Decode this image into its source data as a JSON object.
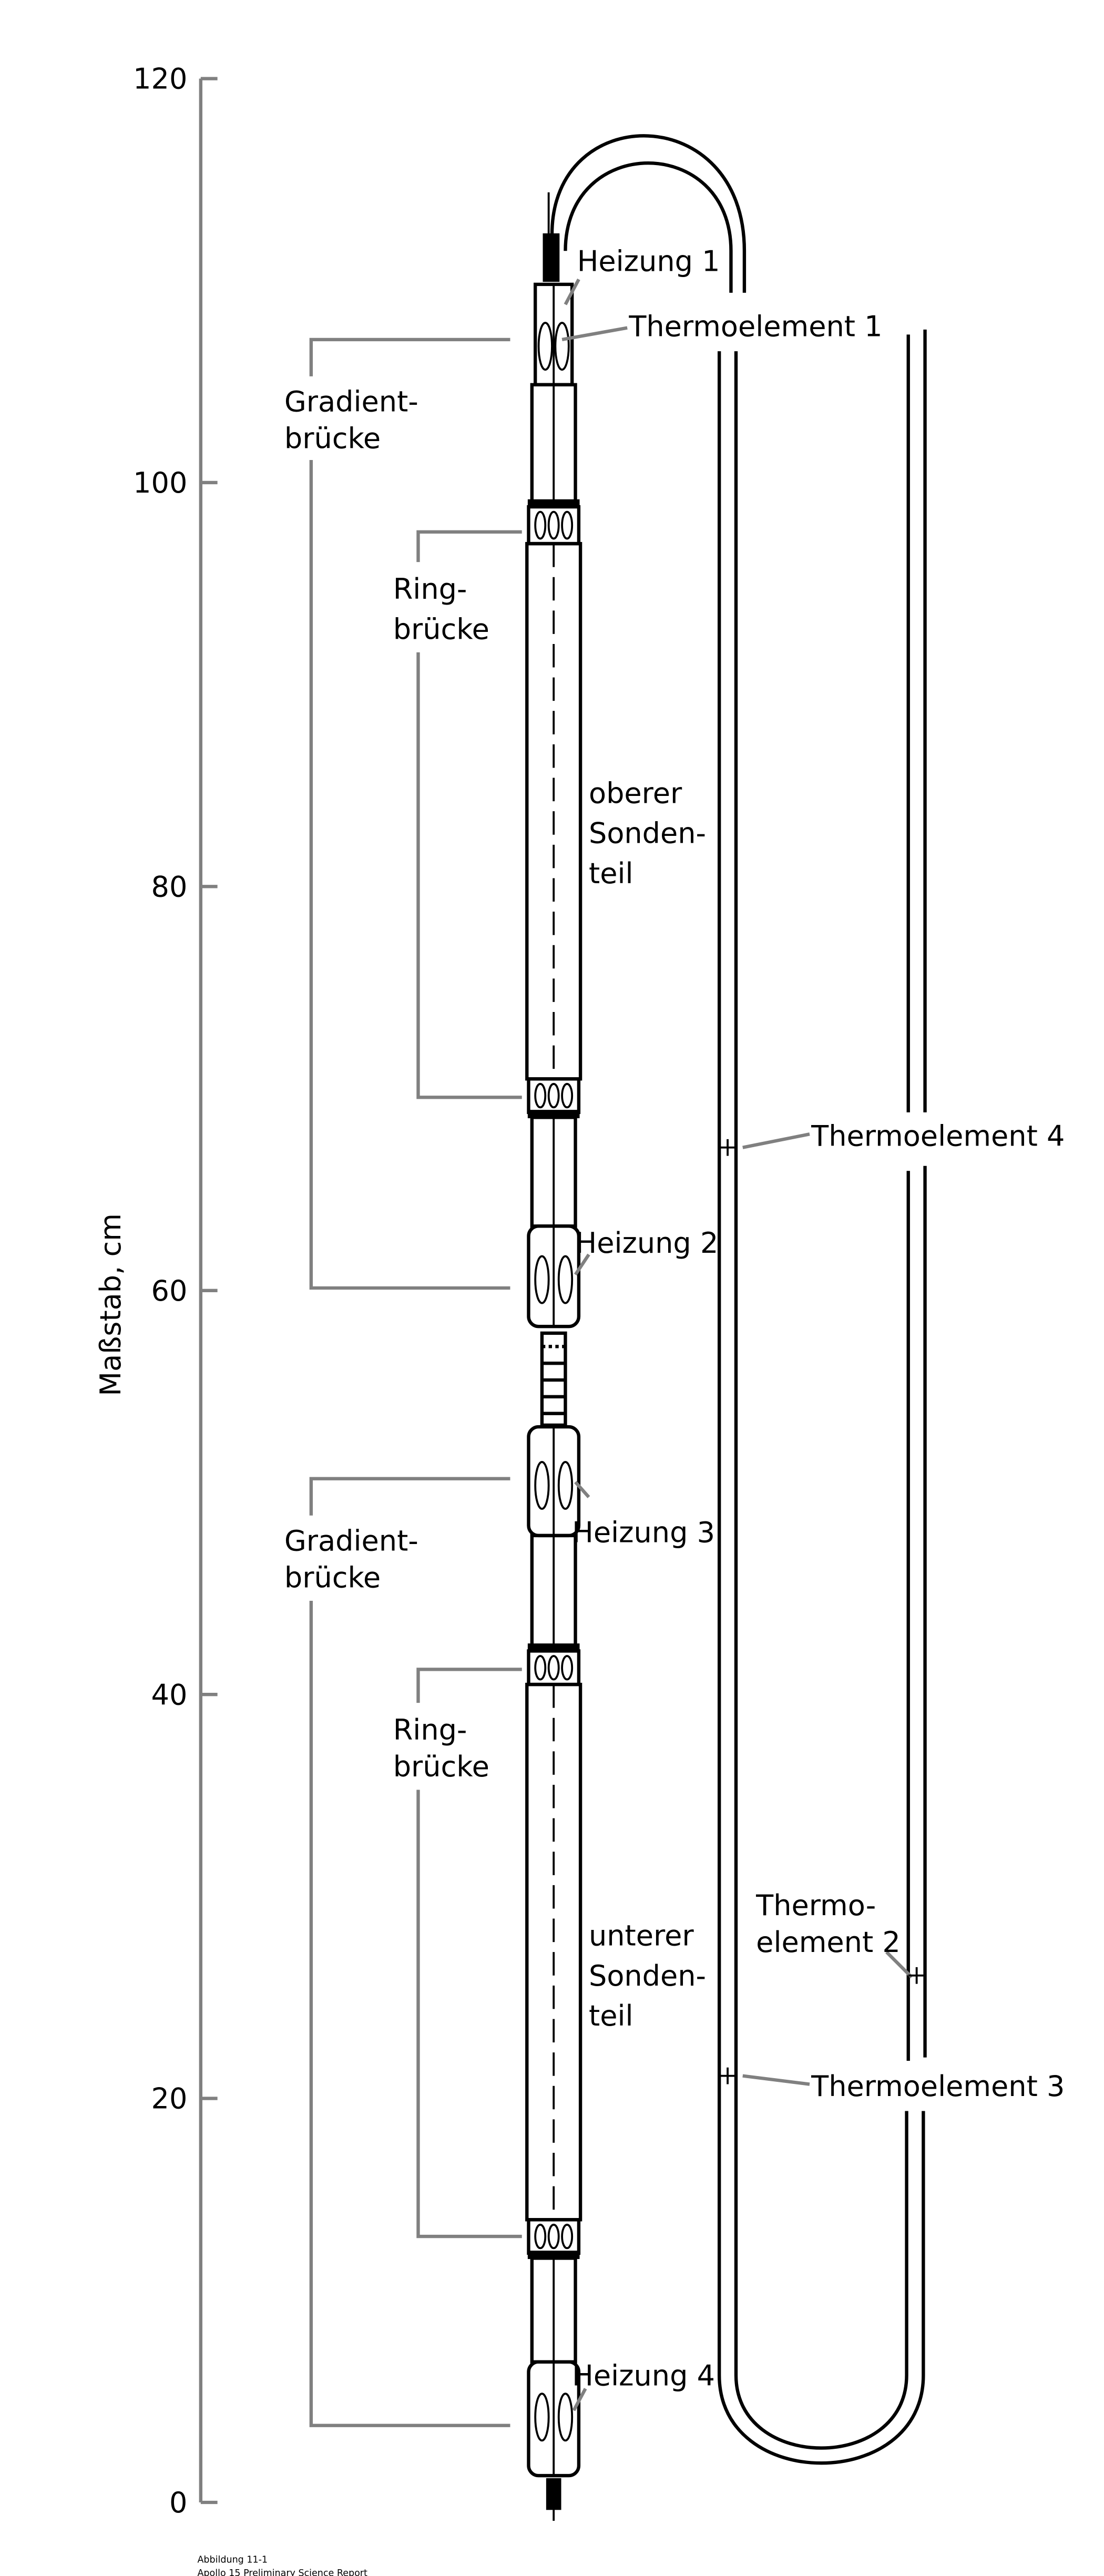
{
  "axis": {
    "label": "Maßstab, cm",
    "unit": "cm",
    "range": [
      0,
      120
    ],
    "ticks": [
      {
        "value": 0,
        "label": "0"
      },
      {
        "value": 20,
        "label": "20"
      },
      {
        "value": 40,
        "label": "40"
      },
      {
        "value": 60,
        "label": "60"
      },
      {
        "value": 80,
        "label": "80"
      },
      {
        "value": 100,
        "label": "100"
      },
      {
        "value": 120,
        "label": "120"
      }
    ]
  },
  "brackets": {
    "upper_gradient": {
      "line1": "Gradient-",
      "line2": "brücke",
      "from_cm": 60.2,
      "to_cm": 107.3
    },
    "upper_ring": {
      "line1": "Ring-",
      "line2": "brücke",
      "from_cm": 69.4,
      "to_cm": 98.3
    },
    "lower_gradient": {
      "line1": "Gradient-",
      "line2": "brücke",
      "from_cm": 3.8,
      "to_cm": 50.8
    },
    "lower_ring": {
      "line1": "Ring-",
      "line2": "brücke",
      "from_cm": 13.2,
      "to_cm": 41.7
    }
  },
  "probe_sections": {
    "upper": {
      "line1": "oberer",
      "line2": "Sonden-",
      "line3": "teil"
    },
    "lower": {
      "line1": "unterer",
      "line2": "Sonden-",
      "line3": "teil"
    }
  },
  "heaters": [
    {
      "label": "Heizung 1",
      "cm": 107.8
    },
    {
      "label": "Heizung 2",
      "cm": 60.2
    },
    {
      "label": "Heizung 3",
      "cm": 50.8
    },
    {
      "label": "Heizung 4",
      "cm": 3.8
    }
  ],
  "thermocouples": [
    {
      "label": "Thermoelement 1",
      "cm": 107.0
    },
    {
      "label_line1": "Thermo-",
      "label_line2": "element 2",
      "cm": 26.0
    },
    {
      "label": "Thermoelement 3",
      "cm": 21.1
    },
    {
      "label": "Thermoelement 4",
      "cm": 67.0
    }
  ],
  "caption": {
    "line1": "Abbildung 11-1",
    "line2": "Apollo 15 Preliminary Science Report"
  }
}
